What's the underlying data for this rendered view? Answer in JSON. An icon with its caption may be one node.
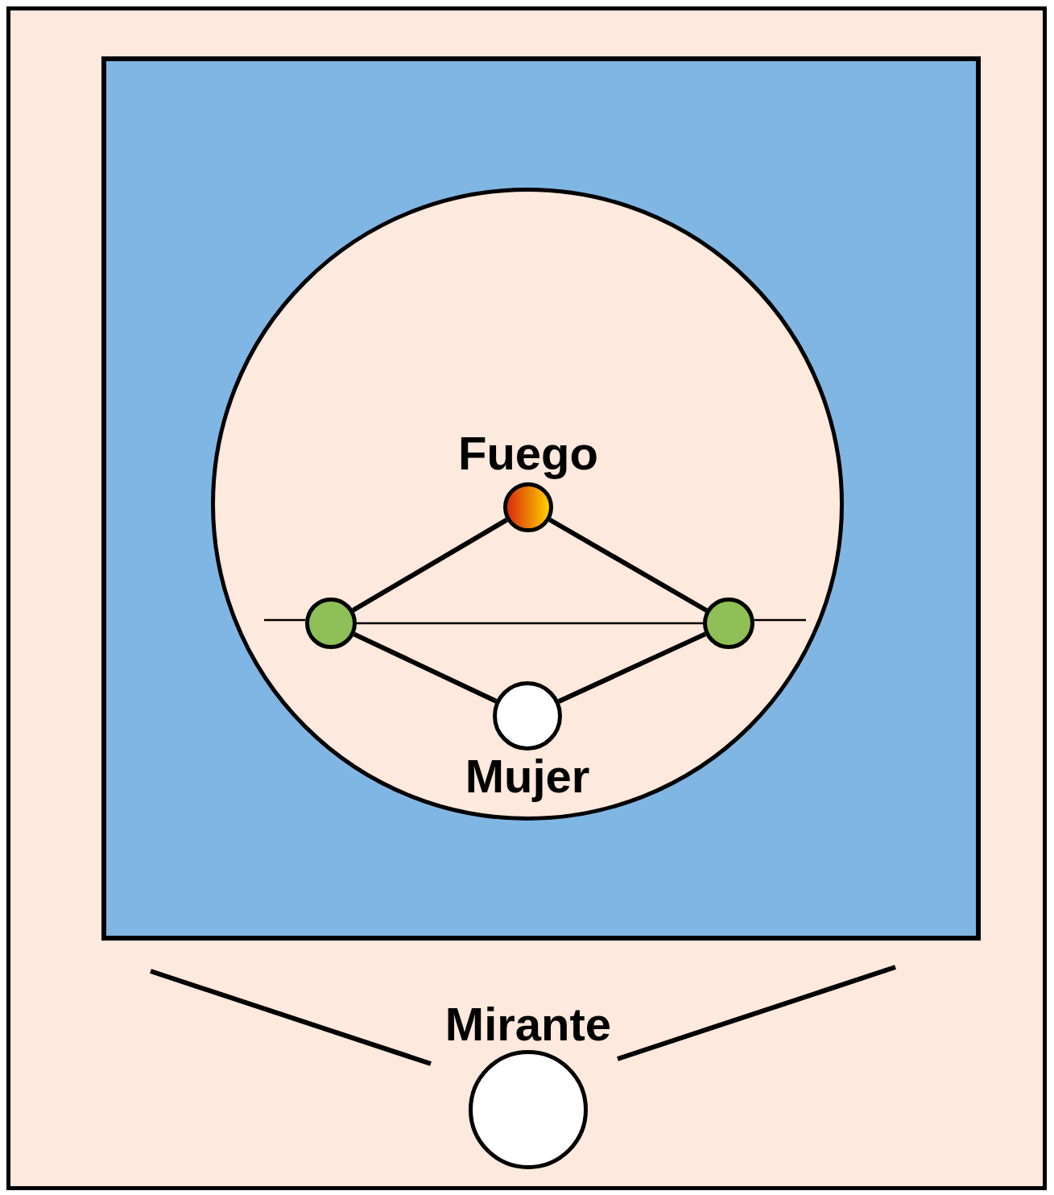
{
  "diagram": {
    "nodes": [
      {
        "text": [],
        "shape": "box"
      },
      {
        "text": [],
        "shape": "box",
        "in": 0
      },
      {
        "text": [],
        "shape": "circle",
        "in": 1
      },
      {
        "text": [
          "Fuego"
        ],
        "in": 2
      },
      {
        "text": [],
        "shape": "circle",
        "in": 2
      },
      {
        "text": [],
        "shape": "circle",
        "in": 2
      },
      {
        "text": [
          "Mujer"
        ],
        "in": 2
      },
      {
        "text": [
          "Mirante"
        ],
        "in": 0
      }
    ],
    "edges": [
      {
        "from": 3,
        "to": 4,
        "arrow": "none"
      },
      {
        "from": 3,
        "to": 5,
        "arrow": "none"
      },
      {
        "from": 4,
        "to": 5,
        "arrow": "none"
      },
      {
        "from": 4,
        "to": 6,
        "arrow": "none"
      },
      {
        "from": 5,
        "to": 6,
        "arrow": "none"
      }
    ]
  }
}
